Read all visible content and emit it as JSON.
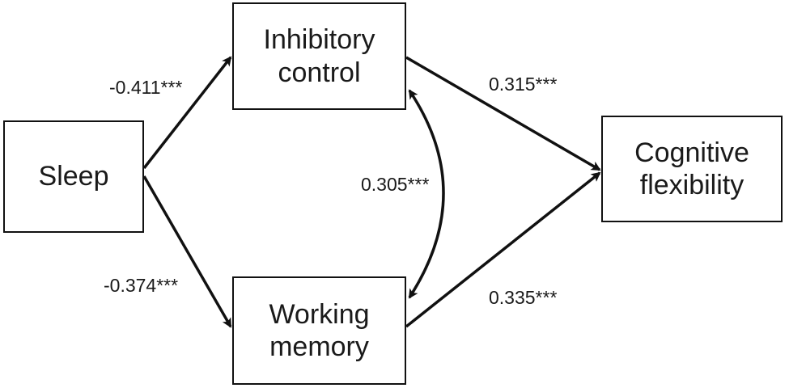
{
  "nodes": {
    "sleep": "Sleep",
    "inhibitory_control": "Inhibitory\ncontrol",
    "working_memory": "Working\nmemory",
    "cognitive_flexibility": "Cognitive\nflexibility"
  },
  "paths": {
    "sleep_to_inhibitory_control": "-0.411***",
    "sleep_to_working_memory": "-0.374***",
    "inhibitory_control_with_working_memory": "0.305***",
    "inhibitory_control_to_cognitive_flexibility": "0.315***",
    "working_memory_to_cognitive_flexibility": "0.335***"
  }
}
